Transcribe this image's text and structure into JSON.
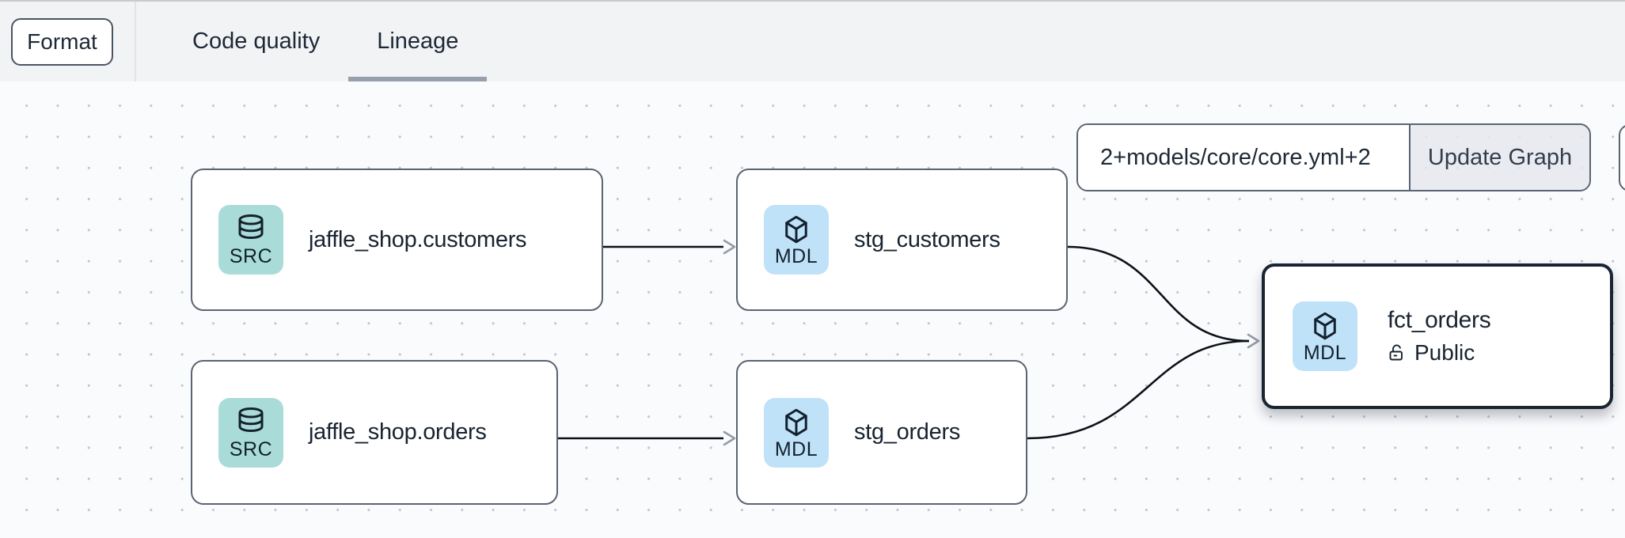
{
  "header": {
    "format_button_label": "Format",
    "tabs": [
      {
        "label": "Code quality",
        "active": false
      },
      {
        "label": "Lineage",
        "active": true
      }
    ]
  },
  "toolbar": {
    "selector_input_value": "2+models/core/core.yml+2",
    "update_graph_label": "Update Graph"
  },
  "graph": {
    "nodes": [
      {
        "id": "jaffle_shop.customers",
        "label": "jaffle_shop.customers",
        "type_label": "SRC",
        "kind": "source",
        "icon": "database-icon"
      },
      {
        "id": "stg_customers",
        "label": "stg_customers",
        "type_label": "MDL",
        "kind": "model",
        "icon": "cube-icon"
      },
      {
        "id": "jaffle_shop.orders",
        "label": "jaffle_shop.orders",
        "type_label": "SRC",
        "kind": "source",
        "icon": "database-icon"
      },
      {
        "id": "stg_orders",
        "label": "stg_orders",
        "type_label": "MDL",
        "kind": "model",
        "icon": "cube-icon"
      },
      {
        "id": "fct_orders",
        "label": "fct_orders",
        "type_label": "MDL",
        "kind": "model",
        "icon": "cube-icon",
        "access_icon": "unlock-icon",
        "access_label": "Public",
        "selected": true
      }
    ],
    "edges": [
      {
        "from": "jaffle_shop.customers",
        "to": "stg_customers"
      },
      {
        "from": "jaffle_shop.orders",
        "to": "stg_orders"
      },
      {
        "from": "stg_customers",
        "to": "fct_orders"
      },
      {
        "from": "stg_orders",
        "to": "fct_orders"
      }
    ]
  },
  "colors": {
    "header_bg": "#f2f3f5",
    "canvas_bg": "#fafbfd",
    "canvas_dot": "#c0c3cd",
    "node_border": "#5b6472",
    "selected_node_border": "#1a2532",
    "source_badge_bg": "#a9dcd8",
    "model_badge_bg": "#bfe2f9",
    "text_dark": "#182430",
    "active_tab_underline": "#98a0ac",
    "edge_stroke": "#0c1118",
    "arrowhead_stroke": "#949ca8"
  }
}
